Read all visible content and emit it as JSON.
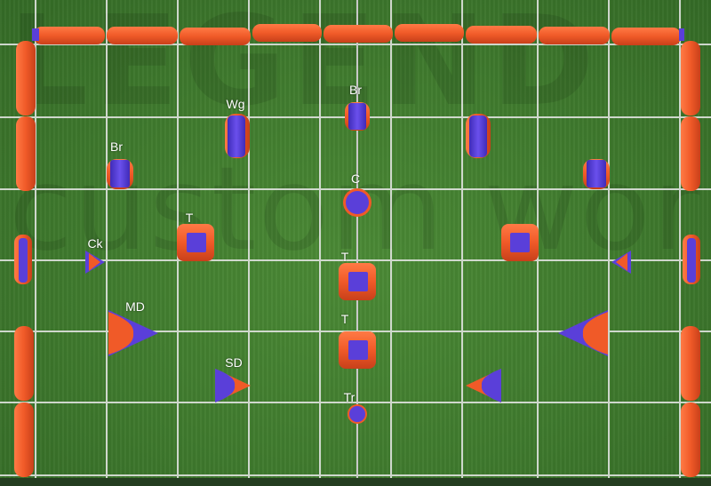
{
  "watermark": {
    "line1": "LEGEND",
    "line2": "custom works"
  },
  "labels": {
    "br_center": "Br",
    "wg": "Wg",
    "br_left": "Br",
    "c": "C",
    "t_left": "T",
    "ck": "Ck",
    "t_center_top": "T",
    "md": "MD",
    "t_center_bottom": "T",
    "sd": "SD",
    "tr": "Tr"
  },
  "colors": {
    "field": "#3f7a2d",
    "grid": "#e8e8e8",
    "bunker_orange": "#f05a28",
    "bunker_blue": "#5a3fd9"
  }
}
